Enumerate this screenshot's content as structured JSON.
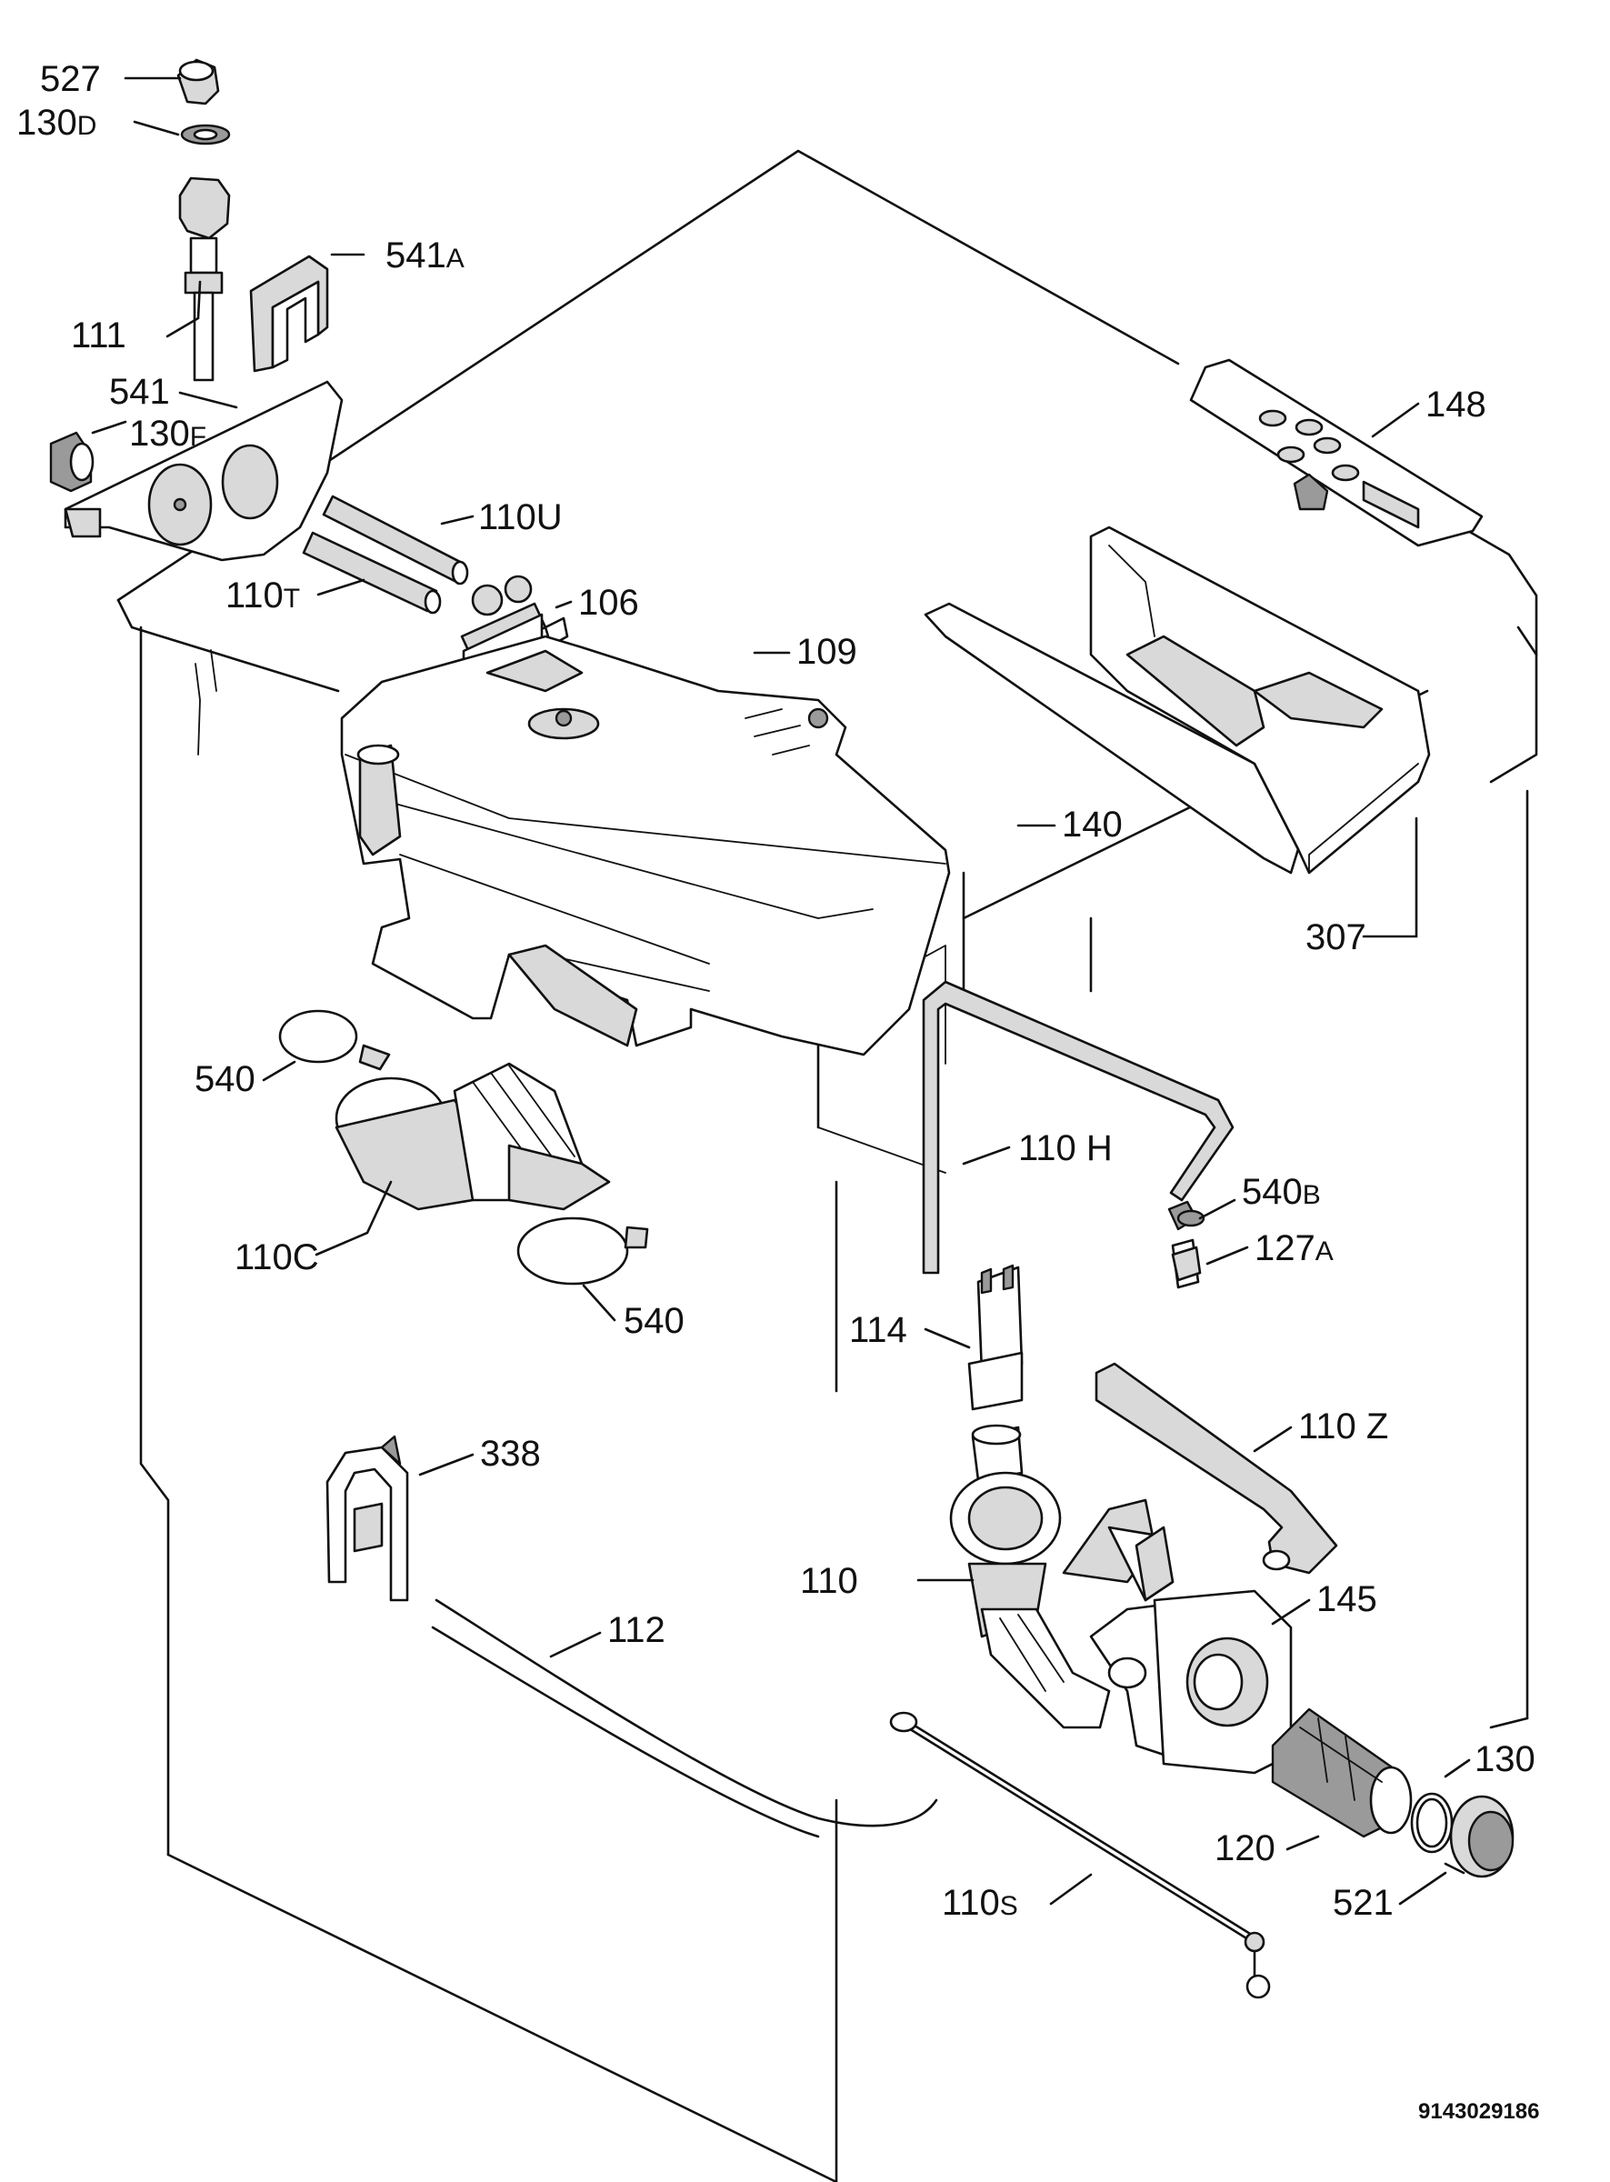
{
  "document_number": "9143029186",
  "parts": [
    {
      "id": "p527",
      "num": "527",
      "suffix": ""
    },
    {
      "id": "p130d",
      "num": "130",
      "suffix": "D"
    },
    {
      "id": "p541a",
      "num": "541",
      "suffix": "A"
    },
    {
      "id": "p111",
      "num": "111",
      "suffix": ""
    },
    {
      "id": "p541",
      "num": "541",
      "suffix": ""
    },
    {
      "id": "p130f",
      "num": "130",
      "suffix": "F"
    },
    {
      "id": "p110u",
      "num": "110U",
      "suffix": ""
    },
    {
      "id": "p110t",
      "num": "110",
      "suffix": "T"
    },
    {
      "id": "p106",
      "num": "106",
      "suffix": ""
    },
    {
      "id": "p109",
      "num": "109",
      "suffix": ""
    },
    {
      "id": "p148",
      "num": "148",
      "suffix": ""
    },
    {
      "id": "p140",
      "num": "140",
      "suffix": ""
    },
    {
      "id": "p307",
      "num": "307",
      "suffix": ""
    },
    {
      "id": "p540a",
      "num": "540",
      "suffix": ""
    },
    {
      "id": "p110h",
      "num": "110 H",
      "suffix": ""
    },
    {
      "id": "p540b",
      "num": "540",
      "suffix": "B"
    },
    {
      "id": "p127a",
      "num": "127",
      "suffix": "A"
    },
    {
      "id": "p110c",
      "num": "110C",
      "suffix": ""
    },
    {
      "id": "p540c",
      "num": "540",
      "suffix": ""
    },
    {
      "id": "p114",
      "num": "114",
      "suffix": ""
    },
    {
      "id": "p110z",
      "num": "110 Z",
      "suffix": ""
    },
    {
      "id": "p338",
      "num": "338",
      "suffix": ""
    },
    {
      "id": "p110",
      "num": "110",
      "suffix": ""
    },
    {
      "id": "p145",
      "num": "145",
      "suffix": ""
    },
    {
      "id": "p112",
      "num": "112",
      "suffix": ""
    },
    {
      "id": "p130",
      "num": "130",
      "suffix": ""
    },
    {
      "id": "p120",
      "num": "120",
      "suffix": ""
    },
    {
      "id": "p110s",
      "num": "110",
      "suffix": "S"
    },
    {
      "id": "p521",
      "num": "521",
      "suffix": ""
    }
  ]
}
